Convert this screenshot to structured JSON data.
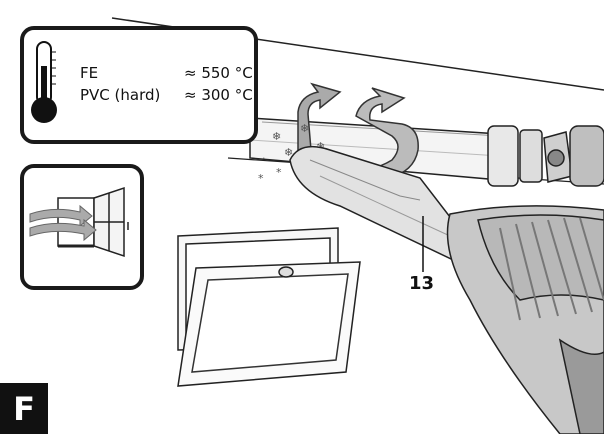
{
  "temperatures": [
    {
      "material": "FE",
      "value": "≈ 550 °C"
    },
    {
      "material": "PVC (hard)",
      "value": "≈ 300 °C"
    }
  ],
  "callout_label": "13",
  "figure_label": "F"
}
